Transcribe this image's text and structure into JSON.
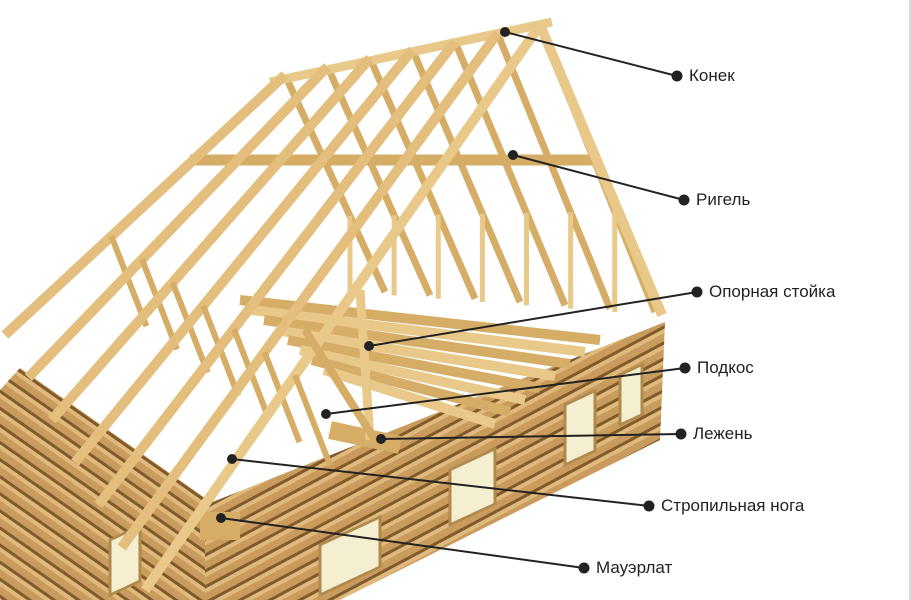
{
  "title": "Roof truss structure diagram",
  "colors": {
    "wood_light": "#e9c98a",
    "wood_mid": "#d6ad66",
    "wood_dark": "#a77b3f",
    "log": "#c79a5a",
    "log_dark": "#8a6230",
    "leader": "#222222"
  },
  "labels": [
    {
      "id": "konek",
      "text": "Конек"
    },
    {
      "id": "rigel",
      "text": "Ригель"
    },
    {
      "id": "opornaya-stoika",
      "text": "Опорная стойка"
    },
    {
      "id": "podkos",
      "text": "Подкос"
    },
    {
      "id": "lezhen",
      "text": "Лежень"
    },
    {
      "id": "stropilnaya-noga",
      "text": "Стропильная нога"
    },
    {
      "id": "mauerlat",
      "text": "Мауэрлат"
    }
  ]
}
